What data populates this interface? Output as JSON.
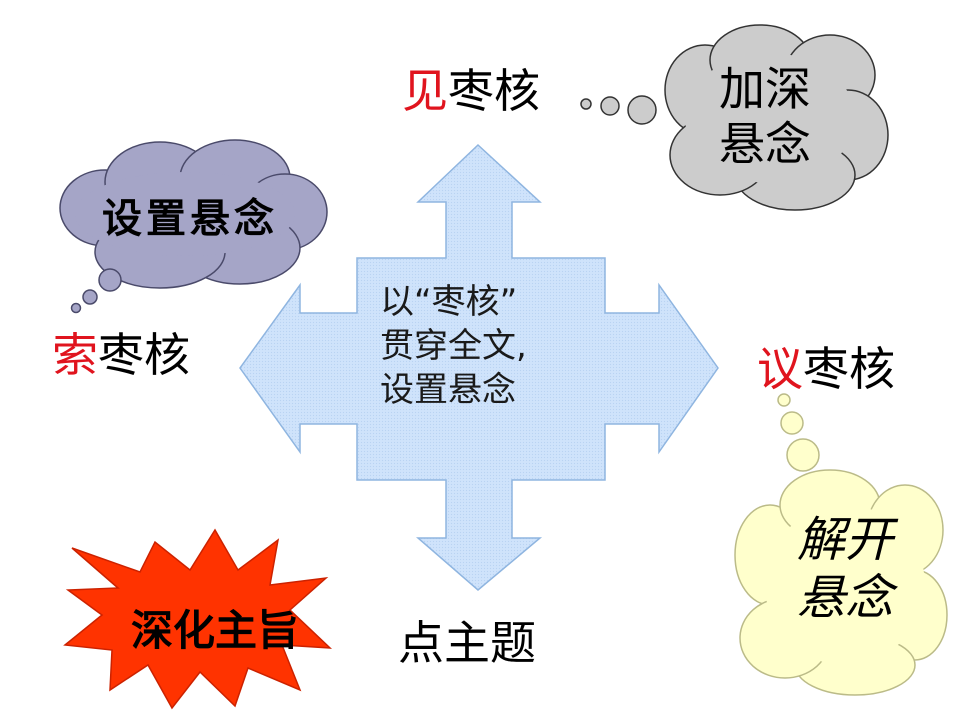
{
  "center": {
    "line1": "以“枣核”",
    "line2": "贯穿全文,",
    "line3": "设置悬念"
  },
  "labels": {
    "top": {
      "accent": "见",
      "rest": "枣核"
    },
    "left": {
      "accent": "索",
      "rest": "枣核"
    },
    "right": {
      "accent": "议",
      "rest": "枣核"
    },
    "bottom": "点主题"
  },
  "clouds": {
    "left": "设置悬念",
    "top_right": {
      "line1": "加深",
      "line2": "悬念"
    },
    "bottom_right": {
      "line1": "解开",
      "line2": "悬念"
    }
  },
  "burst": "深化主旨",
  "colors": {
    "arrow_fill": "#cfe3fb",
    "accent_text": "#e0141e",
    "cloud_left": "#a5a5c7",
    "cloud_top_right": "#cccccc",
    "cloud_bottom_right": "#ffffcc",
    "burst_fill": "#ff3300"
  }
}
